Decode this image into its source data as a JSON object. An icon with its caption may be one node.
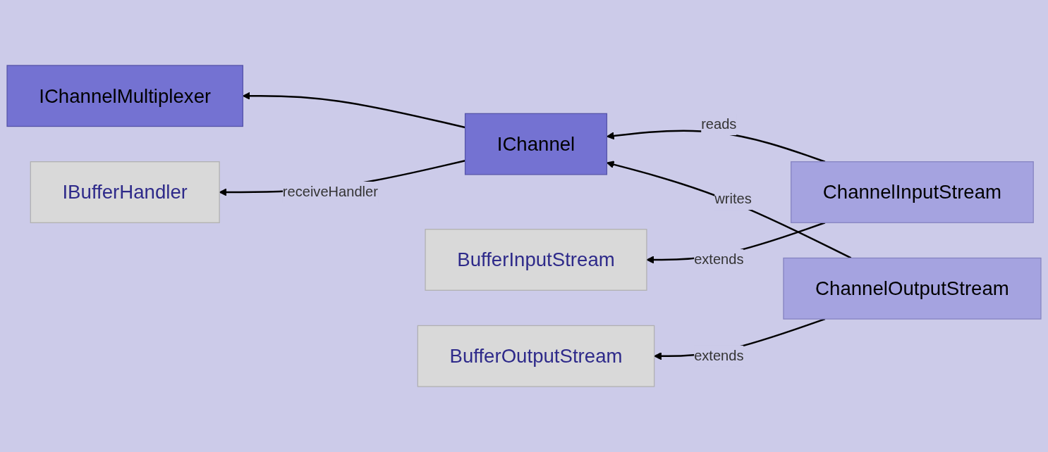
{
  "diagram": {
    "nodes": [
      {
        "text": [
          "IChannelMultiplexer"
        ]
      },
      {
        "text": [
          "IBufferHandler"
        ]
      },
      {
        "text": [
          "IChannel"
        ]
      },
      {
        "text": [
          "BufferInputStream"
        ]
      },
      {
        "text": [
          "ChannelInputStream"
        ]
      },
      {
        "text": [
          "BufferOutputStream"
        ]
      },
      {
        "text": [
          "ChannelOutputStream"
        ]
      }
    ],
    "edges": [
      {
        "from": 2,
        "to": 0,
        "arrow": "to"
      },
      {
        "from": 2,
        "to": 1,
        "arrow": "to",
        "label": "receiveHandler"
      },
      {
        "from": 4,
        "to": 3,
        "arrow": "to",
        "label": "extends"
      },
      {
        "from": 4,
        "to": 2,
        "arrow": "to",
        "label": "reads"
      },
      {
        "from": 6,
        "to": 5,
        "arrow": "to",
        "label": "extends"
      },
      {
        "from": 6,
        "to": 2,
        "arrow": "to",
        "label": "writes"
      }
    ]
  }
}
